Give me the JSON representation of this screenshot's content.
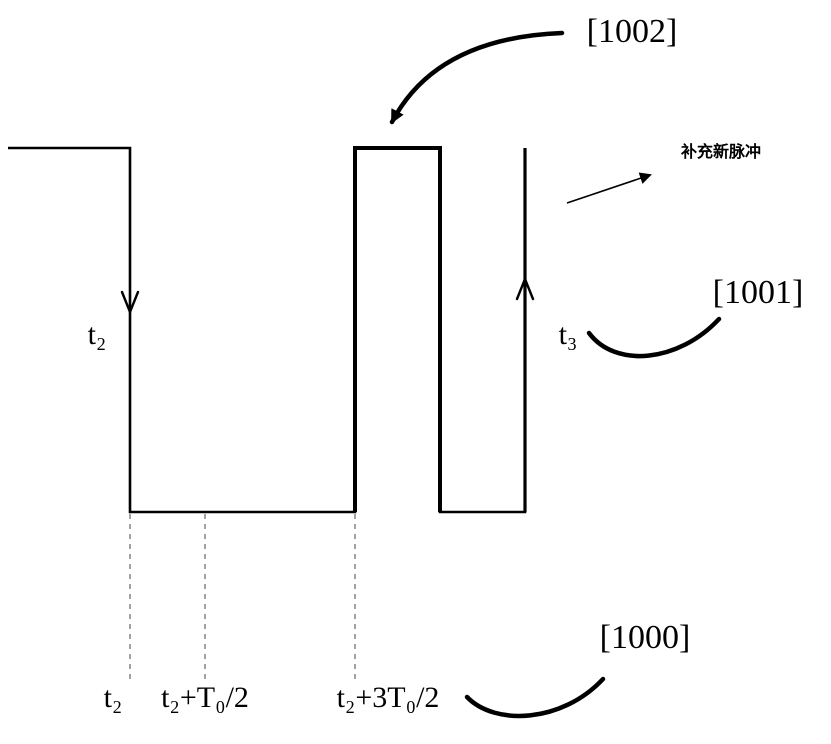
{
  "diagram": {
    "title_hint": "pulse waveform timing diagram",
    "colors": {
      "ink": "#000000",
      "dash": "#7a7a7a"
    },
    "labels": {
      "ref_top": "[1002]",
      "ref_right": "[1001]",
      "ref_bottom": "[1000]",
      "annotation_cn": "补充新脉冲",
      "falling_edge_time": "t₂",
      "new_pulse_time": "t₃"
    },
    "time_axis": {
      "tick1": "t₂",
      "tick2": "t₂+T₀/2",
      "tick3": "t₂+3T₀/2"
    }
  }
}
